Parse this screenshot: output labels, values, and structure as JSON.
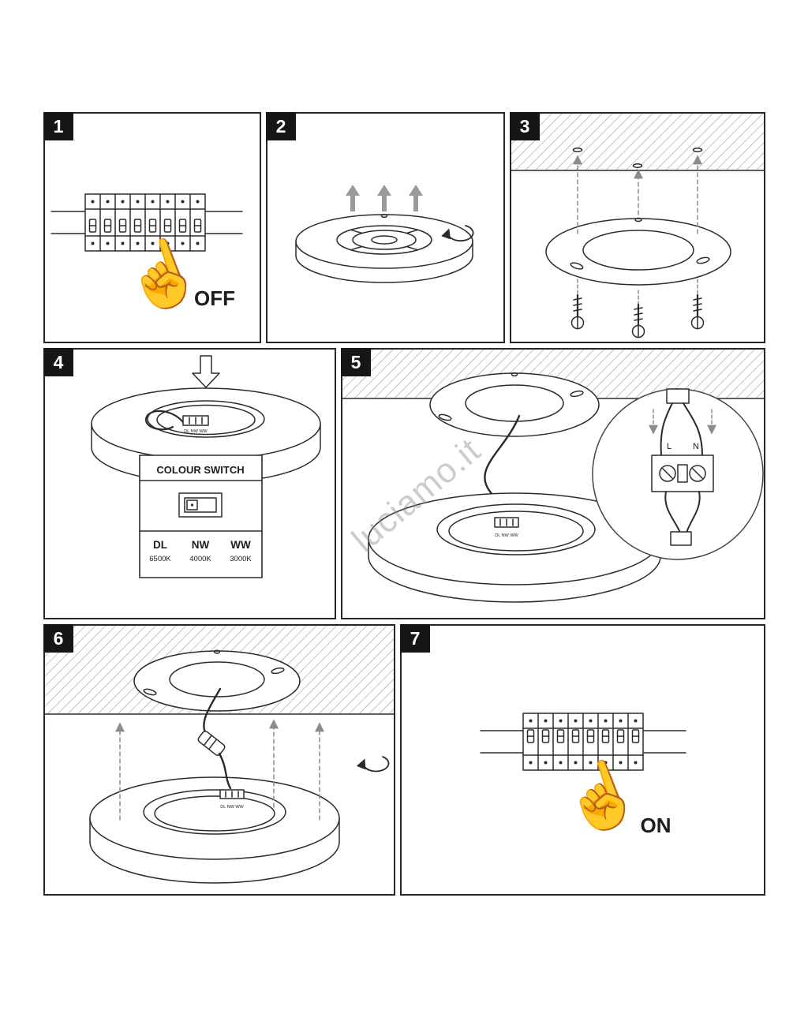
{
  "page": {
    "line_color": "#2b2b2b",
    "hatch_gray": "#9b9b9b",
    "arrow_gray": "#8c8c8c"
  },
  "watermark": "luciamo.it",
  "icons": {
    "hand_up": "☝"
  },
  "steps": [
    {
      "num": "1"
    },
    {
      "num": "2"
    },
    {
      "num": "3"
    },
    {
      "num": "4"
    },
    {
      "num": "5"
    },
    {
      "num": "6"
    },
    {
      "num": "7"
    }
  ],
  "power": {
    "off": "OFF",
    "on": "ON"
  },
  "colour_switch": {
    "title": "COLOUR SWITCH",
    "connector_label": "DL NW WW",
    "modes": [
      "DL",
      "NW",
      "WW"
    ],
    "temps": [
      "6500K",
      "4000K",
      "3000K"
    ]
  },
  "terminals": {
    "l": "L",
    "n": "N"
  }
}
